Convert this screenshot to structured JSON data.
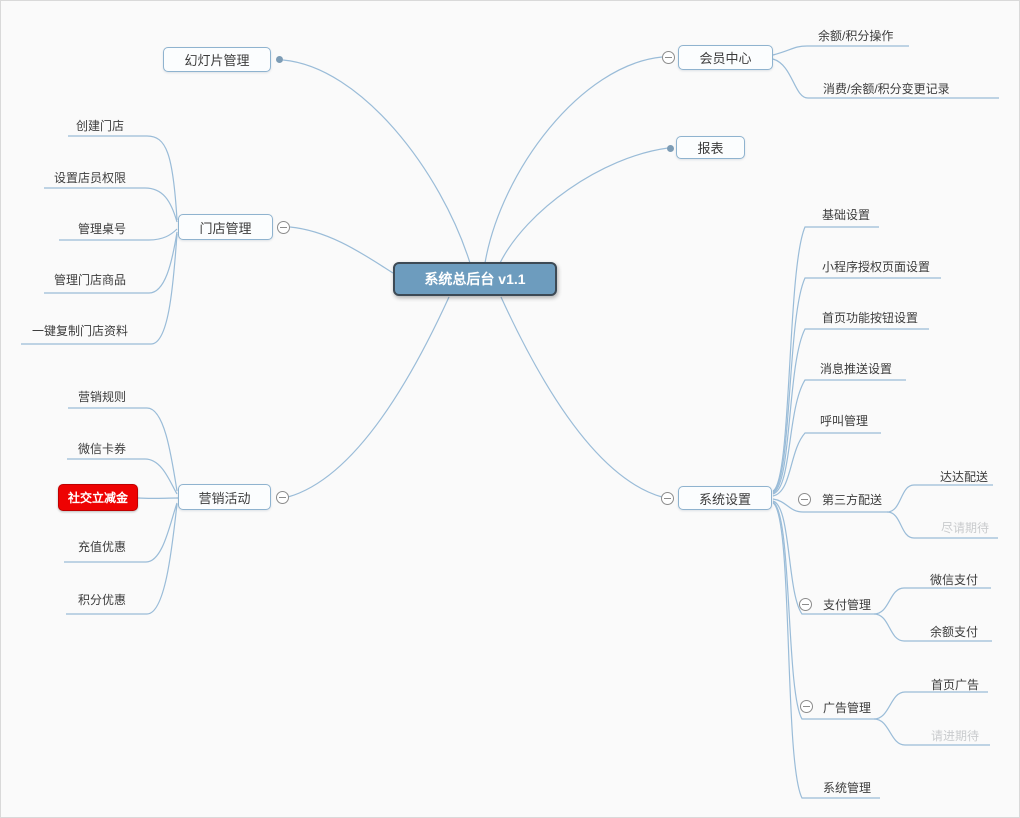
{
  "colors": {
    "canvas_bg": "#fafafa",
    "line": "#9abcd8",
    "node_border": "#8fb3cf",
    "node_fill": "#fbfdfe",
    "root_fill": "#6d9cbe",
    "root_border": "#3d4a55",
    "root_text": "#ffffff",
    "highlight_fill": "#ee0202",
    "text": "#3c3c3c",
    "muted_text": "#c9cbcd"
  },
  "nodes": {
    "root": {
      "label": "系统总后台 v1.1"
    },
    "slides": {
      "label": "幻灯片管理"
    },
    "member": {
      "label": "会员中心"
    },
    "member_ops": {
      "label": "余额/积分操作"
    },
    "member_log": {
      "label": "消费/余额/积分变更记录"
    },
    "report": {
      "label": "报表"
    },
    "store": {
      "label": "门店管理"
    },
    "store_create": {
      "label": "创建门店"
    },
    "store_perm": {
      "label": "设置店员权限"
    },
    "store_table": {
      "label": "管理桌号"
    },
    "store_goods": {
      "label": "管理门店商品"
    },
    "store_copy": {
      "label": "一键复制门店资料"
    },
    "marketing": {
      "label": "营销活动"
    },
    "mkt_rules": {
      "label": "营销规则"
    },
    "mkt_coupon": {
      "label": "微信卡券"
    },
    "mkt_social": {
      "label": "社交立减金"
    },
    "mkt_recharge": {
      "label": "充值优惠"
    },
    "mkt_points": {
      "label": "积分优惠"
    },
    "system": {
      "label": "系统设置"
    },
    "sys_basic": {
      "label": "基础设置"
    },
    "sys_auth": {
      "label": "小程序授权页面设置"
    },
    "sys_homebtn": {
      "label": "首页功能按钮设置"
    },
    "sys_push": {
      "label": "消息推送设置"
    },
    "sys_call": {
      "label": "呼叫管理"
    },
    "sys_delivery": {
      "label": "第三方配送"
    },
    "delivery_dada": {
      "label": "达达配送"
    },
    "delivery_soon": {
      "label": "尽请期待"
    },
    "sys_pay": {
      "label": "支付管理"
    },
    "pay_wechat": {
      "label": "微信支付"
    },
    "pay_balance": {
      "label": "余额支付"
    },
    "sys_ad": {
      "label": "广告管理"
    },
    "ad_home": {
      "label": "首页广告"
    },
    "ad_soon": {
      "label": "请进期待"
    },
    "sys_manage": {
      "label": "系统管理"
    }
  }
}
